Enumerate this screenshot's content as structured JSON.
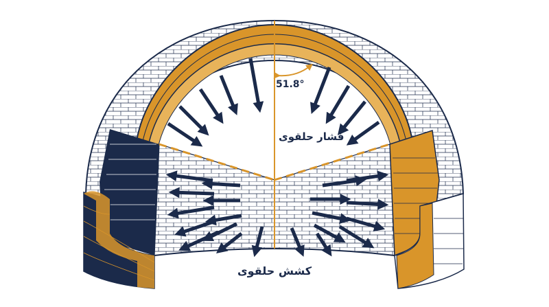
{
  "labels": {
    "angle": "51.8°",
    "compression": "فشار حلقوی",
    "tension": "کشش حلقوی"
  },
  "colors": {
    "navy": "#1b2a4a",
    "orange": "#d9952a",
    "white": "#ffffff",
    "mortar": "#1b2a4a"
  },
  "icons": {
    "arrow": "arrow-icon"
  }
}
